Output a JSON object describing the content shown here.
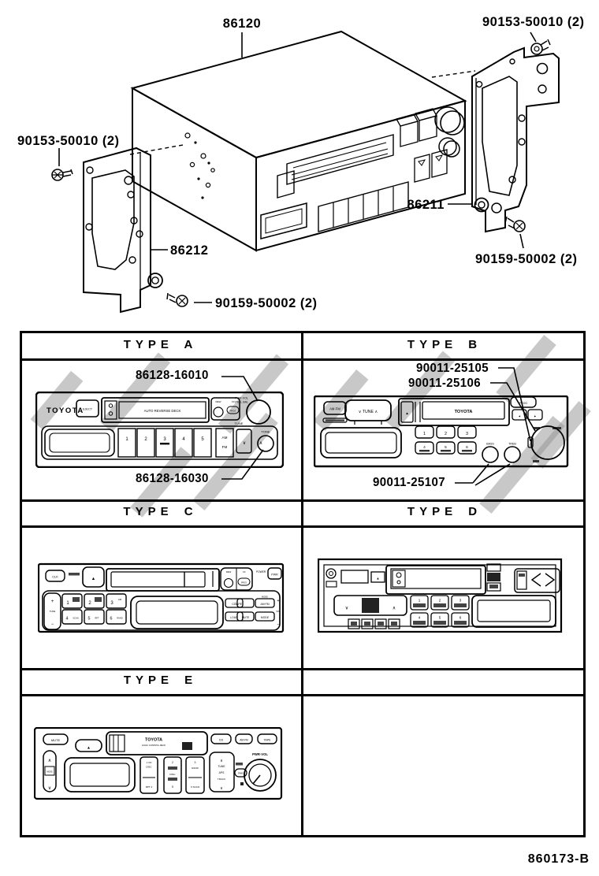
{
  "assembly": {
    "unit_label": "86120",
    "screw_top_right": "90153-50010 (2)",
    "screw_top_left": "90153-50010 (2)",
    "bracket_right_label": "86211",
    "bracket_left_label": "86212",
    "screw_bottom_right": "90159-50002 (2)",
    "screw_bottom_left": "90159-50002 (2)"
  },
  "types": {
    "a": {
      "header": "TYPE  A",
      "part_top": "86128-16010",
      "part_bottom": "86128-16030",
      "face": {
        "brand": "TOYOTA",
        "eject": "EJECT",
        "deck": "AUTO REVERSE DECK",
        "rew": "REW",
        "ff": "FF",
        "prog": "PROG",
        "pwr_line1": "PWR·VOL",
        "pwr_line2": "PULL BAL",
        "tune": "TUNE",
        "p1": "1",
        "p2": "2",
        "p3": "3",
        "p4": "4",
        "p5": "5",
        "am": "AM",
        "fm": "FM",
        "down": "∨",
        "up": "∧",
        "tone": "TONE"
      }
    },
    "b": {
      "header": "TYPE  B",
      "part_knob": "90011-25105",
      "part_ring": "90011-25106",
      "part_knobs_small": "90011-25107",
      "face": {
        "amfm": "AM·FM",
        "tune": "∨ TUNE ∧",
        "eject_icon": "▲",
        "brand": "TOYOTA",
        "prog": "PROG",
        "left": "◄",
        "right": "►",
        "p1": "1",
        "p2": "2",
        "p3": "3",
        "p4": "4",
        "p5": "5",
        "p6": "6",
        "bass": "BASS",
        "treb": "TREB"
      }
    },
    "c": {
      "header": "TYPE  C",
      "face": {
        "clk": "CLK",
        "eject_icon": "▲",
        "rew": "REW",
        "ff": "FF",
        "prog": "PROG",
        "power": "POWER",
        "pwr": "PWR",
        "plus": "+",
        "tune": "TUNE",
        "minus": "−",
        "p1": "1",
        "p2": "2",
        "p3": "3",
        "p3_sub": "AM",
        "p4": "4",
        "p4_sub": "SCAN",
        "p5": "5",
        "p5_sub": "RPT",
        "p6": "6",
        "p6_sub": "RAND",
        "cd": "CD",
        "tape": "TAPE",
        "mode_top": "MODE",
        "amfm": "AM·FM",
        "loud": "LOUD",
        "mute": "MUTE",
        "mode": "MODE",
        "vol_plus": "+",
        "vol": "VOL",
        "vol_minus": "−"
      }
    },
    "d": {
      "header": "TYPE  D",
      "face": {
        "eject_icon": "▲",
        "down": "∨",
        "up": "∧",
        "p1": "1",
        "p2": "2",
        "p3": "3",
        "p4": "4",
        "p5": "5",
        "p6": "6"
      }
    },
    "e": {
      "header": "TYPE  E",
      "face": {
        "mute": "MUTE",
        "eject_icon": "▲",
        "brand": "TOYOTA",
        "deck": "LOGIC CONTROL DECK",
        "cd": "CD",
        "amfm": "AM·FM",
        "tape": "TAPE",
        "up": "∧",
        "mode": "MODE",
        "down": "∨",
        "b1_l1": "1 CD",
        "b1_l2": "DISC",
        "b1_l3": "RPT 4",
        "b2_l1": "2",
        "b2_l2": "DISC",
        "b2_l3": "5",
        "b3_l1": "3",
        "b3_l2": "RAND",
        "b3_l3": "6 SCAN",
        "t_up": "∧",
        "tune": "TUNE",
        "aps": "APS",
        "track": "TRACK",
        "t_down": "∨",
        "rand": "RAND",
        "pwr_vol": "PWR·VOL"
      }
    }
  },
  "footer": {
    "code": "860173-B"
  }
}
